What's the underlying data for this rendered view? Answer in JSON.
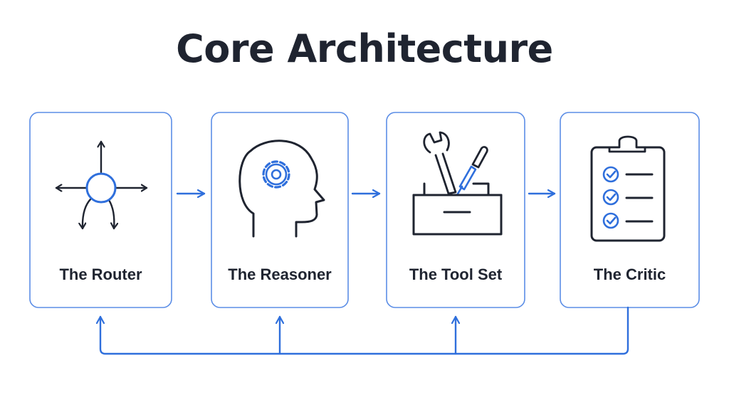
{
  "title": "Core Architecture",
  "colors": {
    "accent": "#2f6fdc",
    "ink": "#1f2430",
    "card_border": "#5b8de6",
    "background": "#ffffff"
  },
  "components": [
    {
      "label": "The Router",
      "icon": "router-arrows-icon"
    },
    {
      "label": "The Reasoner",
      "icon": "head-gear-icon"
    },
    {
      "label": "The Tool Set",
      "icon": "toolbox-icon"
    },
    {
      "label": "The Critic",
      "icon": "checklist-clipboard-icon"
    }
  ],
  "flow": {
    "forward": [
      "The Router",
      "The Reasoner",
      "The Tool Set",
      "The Critic"
    ],
    "feedback_from": "The Critic",
    "feedback_to": [
      "The Router",
      "The Reasoner",
      "The Tool Set"
    ]
  }
}
